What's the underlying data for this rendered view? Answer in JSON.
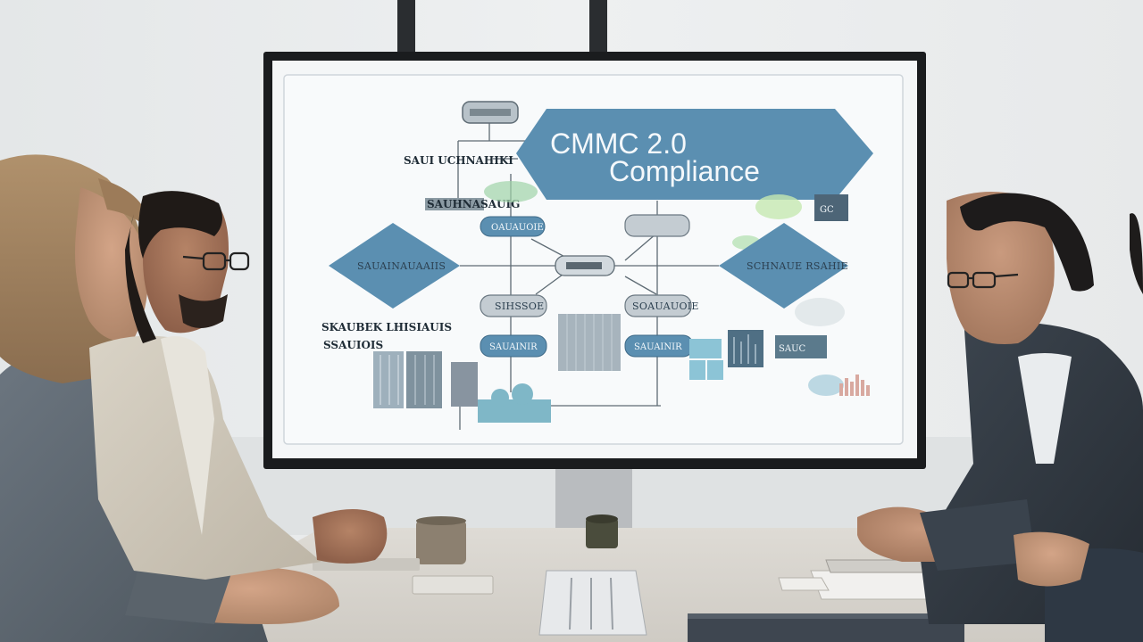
{
  "slide": {
    "title_line1": "CMMC 2.0",
    "title_line2": "Compliance",
    "left_side_label": "SAUI UCHNAHIKI",
    "left_side_label2": "SAUHNASAUIG",
    "left_diamond_label": "SAUAINAUAAIIS",
    "right_diamond_label": "SCHNAUE RSAHIE",
    "node_top_left": "OAUAUOIE",
    "node_mid_left": "SIHSSOE",
    "node_mid_right": "SOAUAUOIE",
    "node_bottom_left": "SAUAINIR",
    "node_bottom_right": "SAUAINIR",
    "lower_left_label1": "SKAUBEK LHISIAUIS",
    "lower_left_label2": "SSAUIOIS",
    "right_badge_1": "GC",
    "right_badge_2": "SAUC"
  },
  "colors": {
    "accent_blue": "#5b8fb1",
    "slide_bg": "#f6f8f9",
    "bezel": "#1a1c1e",
    "wall": "#e9ebec",
    "table": "#d9d6d0"
  }
}
